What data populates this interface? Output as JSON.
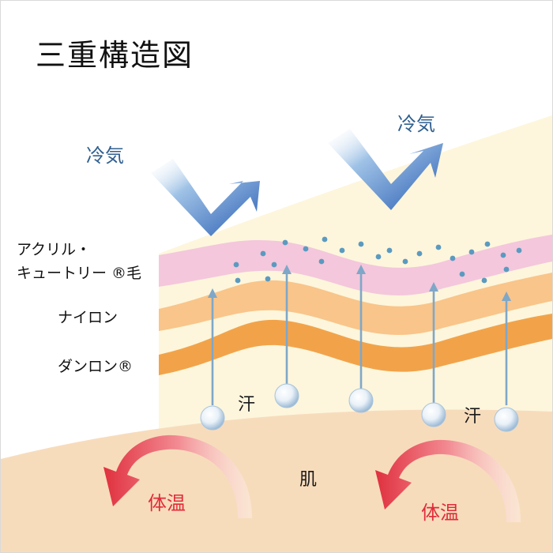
{
  "title": "三重構造図",
  "labels": {
    "cold_air_left": "冷気",
    "cold_air_right": "冷気",
    "layer_acrylic_line1": "アクリル・",
    "layer_acrylic_line2": "キュートリー ®毛",
    "layer_nylon": "ナイロン",
    "layer_danron": "ダンロン®",
    "sweat_left": "汗",
    "sweat_right": "汗",
    "skin": "肌",
    "body_heat_left": "体温",
    "body_heat_right": "体温"
  },
  "colors": {
    "background": "#ffffff",
    "outer_air": "#fdf6dc",
    "skin": "#f7dcbc",
    "acrylic_layer": "#f4c7dc",
    "nylon_layer": "#f9c58a",
    "danron_layer": "#f2a34a",
    "cold_arrow": "#2f66b8",
    "sweat_arrow": "#7fa7c8",
    "droplet": "#5b9ac0",
    "heat_arrow": "#e0303e"
  },
  "icons": {
    "cold_air": "cold-air-arrow-icon",
    "sweat": "sweat-droplet-icon",
    "heat": "body-heat-arrow-icon"
  }
}
